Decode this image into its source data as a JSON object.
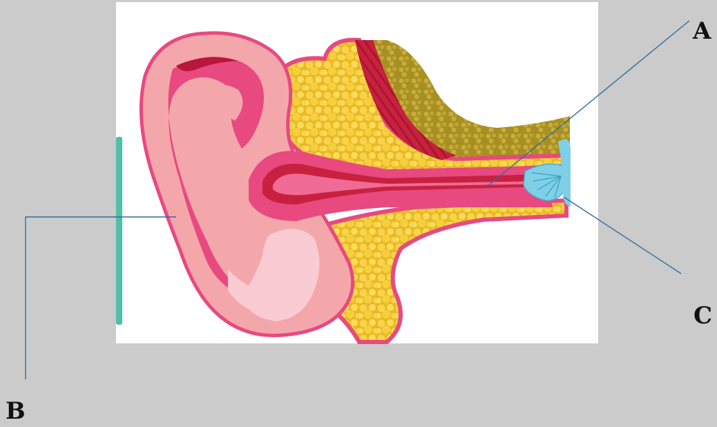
{
  "labels": {
    "a": "A",
    "b": "B",
    "c": "C"
  },
  "colors": {
    "background": "#cbcbcb",
    "panel": "#ffffff",
    "leader_line": "#2e6d9c",
    "skin_pink": "#f4a7ab",
    "hot_pink": "#e8497f",
    "crimson": "#c8213f",
    "fat_yellow": "#f4cc3a",
    "bone_olive": "#b39a2e",
    "eardrum_blue": "#7fd0e6",
    "teal_bar": "#4fbfa8"
  }
}
